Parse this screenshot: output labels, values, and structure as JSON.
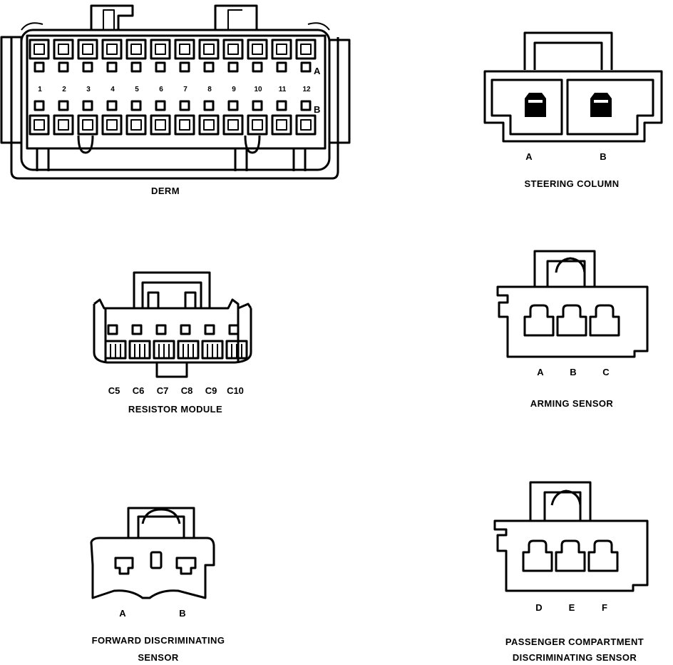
{
  "derm": {
    "title": "DERM",
    "row_a": "A",
    "row_b": "B",
    "cavities": [
      "1",
      "2",
      "3",
      "4",
      "5",
      "6",
      "7",
      "8",
      "9",
      "10",
      "11",
      "12"
    ]
  },
  "steering_column": {
    "title": "STEERING COLUMN",
    "pins": [
      "A",
      "B"
    ]
  },
  "resistor_module": {
    "title": "RESISTOR MODULE",
    "pins": [
      "C5",
      "C6",
      "C7",
      "C8",
      "C9",
      "C10"
    ]
  },
  "arming_sensor": {
    "title": "ARMING SENSOR",
    "pins": [
      "A",
      "B",
      "C"
    ]
  },
  "forward_sensor": {
    "title_line1": "FORWARD DISCRIMINATING",
    "title_line2": "SENSOR",
    "pins": [
      "A",
      "B"
    ]
  },
  "passenger_sensor": {
    "title_line1": "PASSENGER COMPARTMENT",
    "title_line2": "DISCRIMINATING SENSOR",
    "pins": [
      "D",
      "E",
      "F"
    ]
  }
}
